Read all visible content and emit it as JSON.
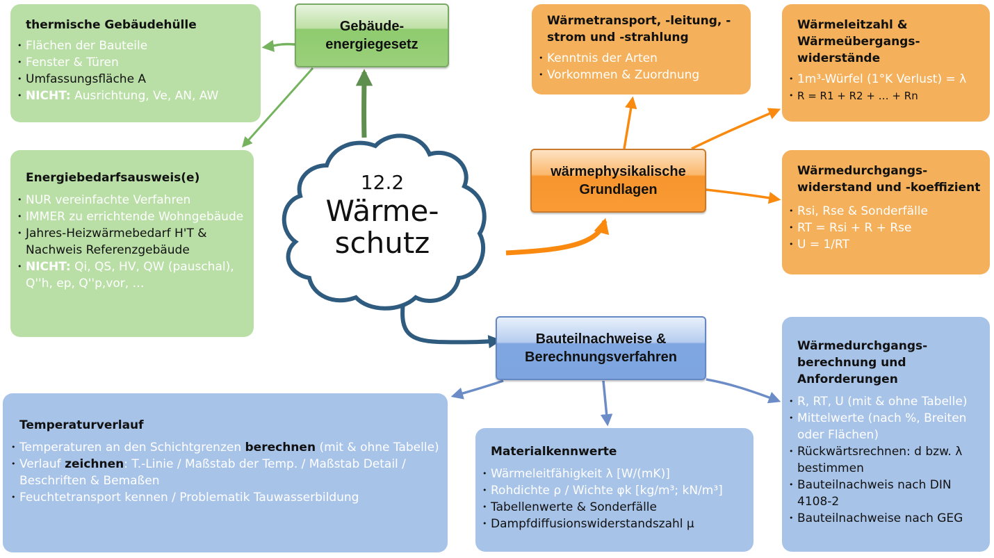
{
  "colors": {
    "green_leaf": "#b9dfa6",
    "green_topic": "#9ad07a",
    "green_line": "#76b35f",
    "orange_leaf": "#f4b05a",
    "orange_topic": "#f99b35",
    "orange_line": "#f98a0f",
    "blue_leaf": "#a8c3e8",
    "blue_topic": "#7ea5df",
    "blue_line": "#6b8cc6",
    "cloud_stroke": "#2f5b7f"
  },
  "center": {
    "number": "12.2",
    "title_line1": "Wärme-",
    "title_line2": "schutz",
    "shape": "cloud"
  },
  "topics": {
    "geg": {
      "line1": "Gebäude-",
      "line2": "energiegesetz"
    },
    "grundlagen": {
      "line1": "wärmephysikalische",
      "line2": "Grundlagen"
    },
    "bauteil": {
      "line1": "Bauteilnachweise &",
      "line2": "Berechnungsverfahren"
    }
  },
  "leaves": {
    "gebaeudehuelle": {
      "title": "thermische Gebäudehülle",
      "items": [
        {
          "text": "Flächen der Bauteile",
          "style": "light"
        },
        {
          "text": "Fenster & Türen",
          "style": "light"
        },
        {
          "text": "Umfassungsfläche A",
          "style": "dark"
        },
        {
          "bold": "NICHT:",
          "text": "Ausrichtung, Ve, AN, AW",
          "style": "light"
        }
      ]
    },
    "ausweis": {
      "title": "Energiebedarfsausweis(e)",
      "items": [
        {
          "text": "NUR vereinfachte Verfahren",
          "style": "light"
        },
        {
          "text": "IMMER zu errichtende Wohngebäude",
          "style": "light"
        },
        {
          "text": "Jahres-Heizwärmebedarf H'T & Nachweis Referenzgebäude",
          "style": "dark"
        },
        {
          "bold": "NICHT:",
          "text": "Qi, QS, HV, QW (pauschal), Q''h, ep, Q''p,vor, …",
          "style": "light"
        }
      ]
    },
    "waermetransport": {
      "title": "Wärmetransport, -leitung, -strom und -strahlung",
      "items": [
        {
          "text": "Kenntnis der Arten",
          "style": "light"
        },
        {
          "text": "Vorkommen & Zuordnung",
          "style": "light"
        }
      ]
    },
    "waermeleitzahl": {
      "title": "Wärmeleitzahl & Wärmeübergangs-widerstände",
      "items": [
        {
          "text": "1m³-Würfel (1°K Verlust) = λ",
          "style": "light"
        },
        {
          "text": "R = R1 + R2 + …  + Rn",
          "style": "dark"
        }
      ]
    },
    "durchgangswiderstand": {
      "title": "Wärmedurchgangs-widerstand und -koeffizient",
      "items": [
        {
          "text": "Rsi, Rse & Sonderfälle",
          "style": "light"
        },
        {
          "text": "RT = Rsi + R + Rse",
          "style": "light"
        },
        {
          "text": "U = 1/RT",
          "style": "light"
        }
      ]
    },
    "temperaturverlauf": {
      "title": "Temperaturverlauf",
      "items": [
        {
          "pre": "Temperaturen an den Schichtgrenzen ",
          "bold": "berechnen",
          "post": " (mit & ohne Tabelle)",
          "style": "light"
        },
        {
          "pre": "Verlauf ",
          "bold": "zeichnen",
          "post": ": T.-Linie / Maßstab der Temp. / Maßstab Detail / Beschriften & Bemaßen",
          "style": "light"
        },
        {
          "text": "Feuchtetransport kennen / Problematik Tauwasserbildung",
          "style": "light"
        }
      ]
    },
    "materialkennwerte": {
      "title": "Materialkennwerte",
      "items": [
        {
          "text": "Wärmeleitfähigkeit λ [W/(mK)]",
          "style": "light"
        },
        {
          "text": "Rohdichte ρ / Wichte φk [kg/m³; kN/m³]",
          "style": "light"
        },
        {
          "text": "Tabellenwerte & Sonderfälle",
          "style": "dark"
        },
        {
          "text": "Dampfdiffusionswiderstandszahl μ",
          "style": "dark"
        }
      ]
    },
    "durchgangsberechnung": {
      "title": "Wärmedurchgangs-berechnung und Anforderungen",
      "items": [
        {
          "text": "R, RT, U (mit & ohne Tabelle)",
          "style": "light"
        },
        {
          "text": "Mittelwerte (nach %, Breiten oder Flächen)",
          "style": "light"
        },
        {
          "text": "Rückwärtsrechnen: d bzw. λ bestimmen",
          "style": "dark"
        },
        {
          "text": "Bauteilnachweis nach DIN 4108-2",
          "style": "dark"
        },
        {
          "text": "Bauteilnachweise nach GEG",
          "style": "dark"
        }
      ]
    }
  }
}
